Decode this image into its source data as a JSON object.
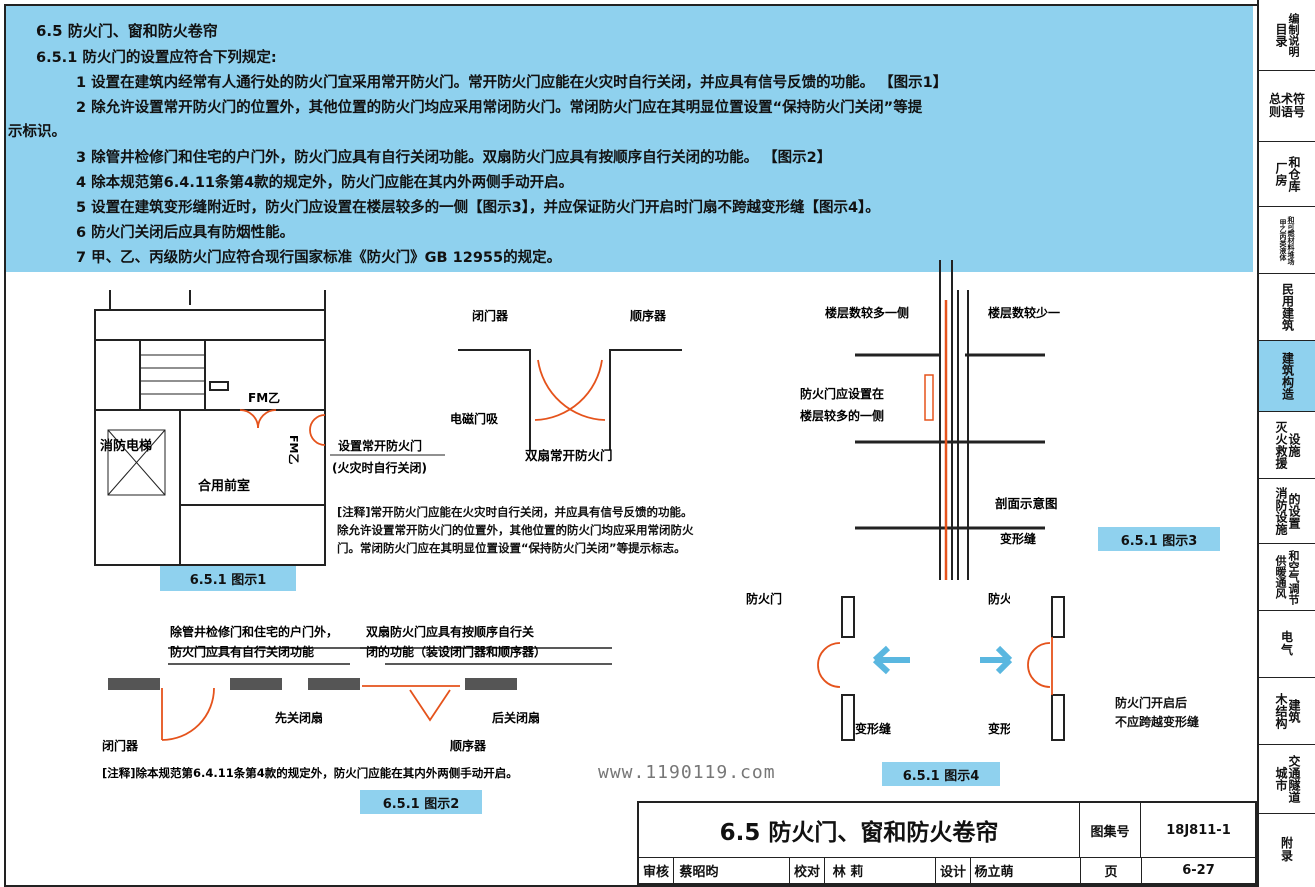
{
  "section": {
    "heading": "6.5  防火门、窗和防火卷帘",
    "sub_heading": "6.5.1  防火门的设置应符合下列规定:",
    "items": [
      "1  设置在建筑内经常有人通行处的防火门宜采用常开防火门。常开防火门应能在火灾时自行关闭，并应具有信号反馈的功能。 【图示1】",
      "2  除允许设置常开防火门的位置外，其他位置的防火门均应采用常闭防火门。常闭防火门应在其明显位置设置“保持防火门关闭”等提",
      "示标识。",
      "3  除管井检修门和住宅的户门外，防火门应具有自行关闭功能。双扇防火门应具有按顺序自行关闭的功能。 【图示2】",
      "4  除本规范第6.4.11条第4款的规定外，防火门应能在其内外两侧手动开启。",
      "5  设置在建筑变形缝附近时，防火门应设置在楼层较多的一侧【图示3】，并应保证防火门开启时门扇不跨越变形缝【图示4】。",
      "6  防火门关闭后应具有防烟性能。",
      "7  甲、乙、丙级防火门应符合现行国家标准《防火门》GB 12955的规定。"
    ]
  },
  "side_nav": [
    {
      "label": "目录",
      "label2": "编制说明"
    },
    {
      "label": "总术符",
      "label2": "则语号"
    },
    {
      "label": "厂房",
      "label2": "和仓库"
    },
    {
      "label": "甲乙丙类液体",
      "label2": "和可燃材料堆场"
    },
    {
      "label": "民用建筑",
      "label2": ""
    },
    {
      "label": "建筑构造",
      "label2": ""
    },
    {
      "label": "灭火救援",
      "label2": "设施"
    },
    {
      "label": "消防设施",
      "label2": "的设置"
    },
    {
      "label": "供暖通风",
      "label2": "和空气调节"
    },
    {
      "label": "电",
      "label2": "气"
    },
    {
      "label": "木结构",
      "label2": "建筑"
    },
    {
      "label": "城市",
      "label2": "交通隧道"
    },
    {
      "label": "附",
      "label2": "录"
    }
  ],
  "fig1": {
    "caption": "6.5.1 图示1",
    "fm": "FM乙",
    "fm2": "FM乙",
    "elevator": "消防电梯",
    "lobby": "合用前室",
    "callout1": "设置常开防火门",
    "callout2": "(火灾时自行关闭)",
    "door_closer": "闭门器",
    "sequencer": "顺序器",
    "magnet": "电磁门吸",
    "double_door": "双扇常开防火门",
    "note1": "[注释]常开防火门应能在火灾时自行关闭，并应具有信号反馈的功能。",
    "note2": "除允许设置常开防火门的位置外，其他位置的防火门均应采用常闭防火",
    "note3": "门。常闭防火门应在其明显位置设置“保持防火门关闭”等提示标志。"
  },
  "fig2": {
    "caption": "6.5.1 图示2",
    "label1a": "除管井检修门和住宅的户门外，",
    "label1b": "防火门应具有自行关闭功能",
    "label2a": "双扇防火门应具有按顺序自行关",
    "label2b": "闭的功能（装设闭门器和顺序器）",
    "first_close": "先关闭扇",
    "later_close": "后关闭扇",
    "closer": "闭门器",
    "sequencer": "顺序器",
    "note": "[注释]除本规范第6.4.11条第4款的规定外，防火门应能在其内外两侧手动开启。"
  },
  "fig3": {
    "caption": "6.5.1 图示3",
    "more": "楼层数较多一侧",
    "less": "楼层数较少一侧",
    "place1": "防火门应设置在",
    "place2": "楼层较多的一侧",
    "section": "剖面示意图",
    "joint": "变形缝"
  },
  "fig4": {
    "caption": "6.5.1 图示4",
    "door": "防火门",
    "seal": "防火封堵",
    "joint_l": "变形缝",
    "joint_r": "变形缝",
    "note1": "防火门开启后",
    "note2": "不应跨越变形缝"
  },
  "title_block": {
    "title": "6.5  防火门、窗和防火卷帘",
    "atlas_label": "图集号",
    "atlas_no": "18J811-1",
    "page_label": "页",
    "page_no": "6-27",
    "review_label": "审核",
    "reviewer": "蔡昭昀",
    "check_label": "校对",
    "checker": "林  莉",
    "design_label": "设计",
    "designer": "杨立萌"
  },
  "watermark": "www.1190119.com",
  "colors": {
    "band": "#8fd1ee",
    "door": "#e5531c",
    "wall": "#222222"
  }
}
